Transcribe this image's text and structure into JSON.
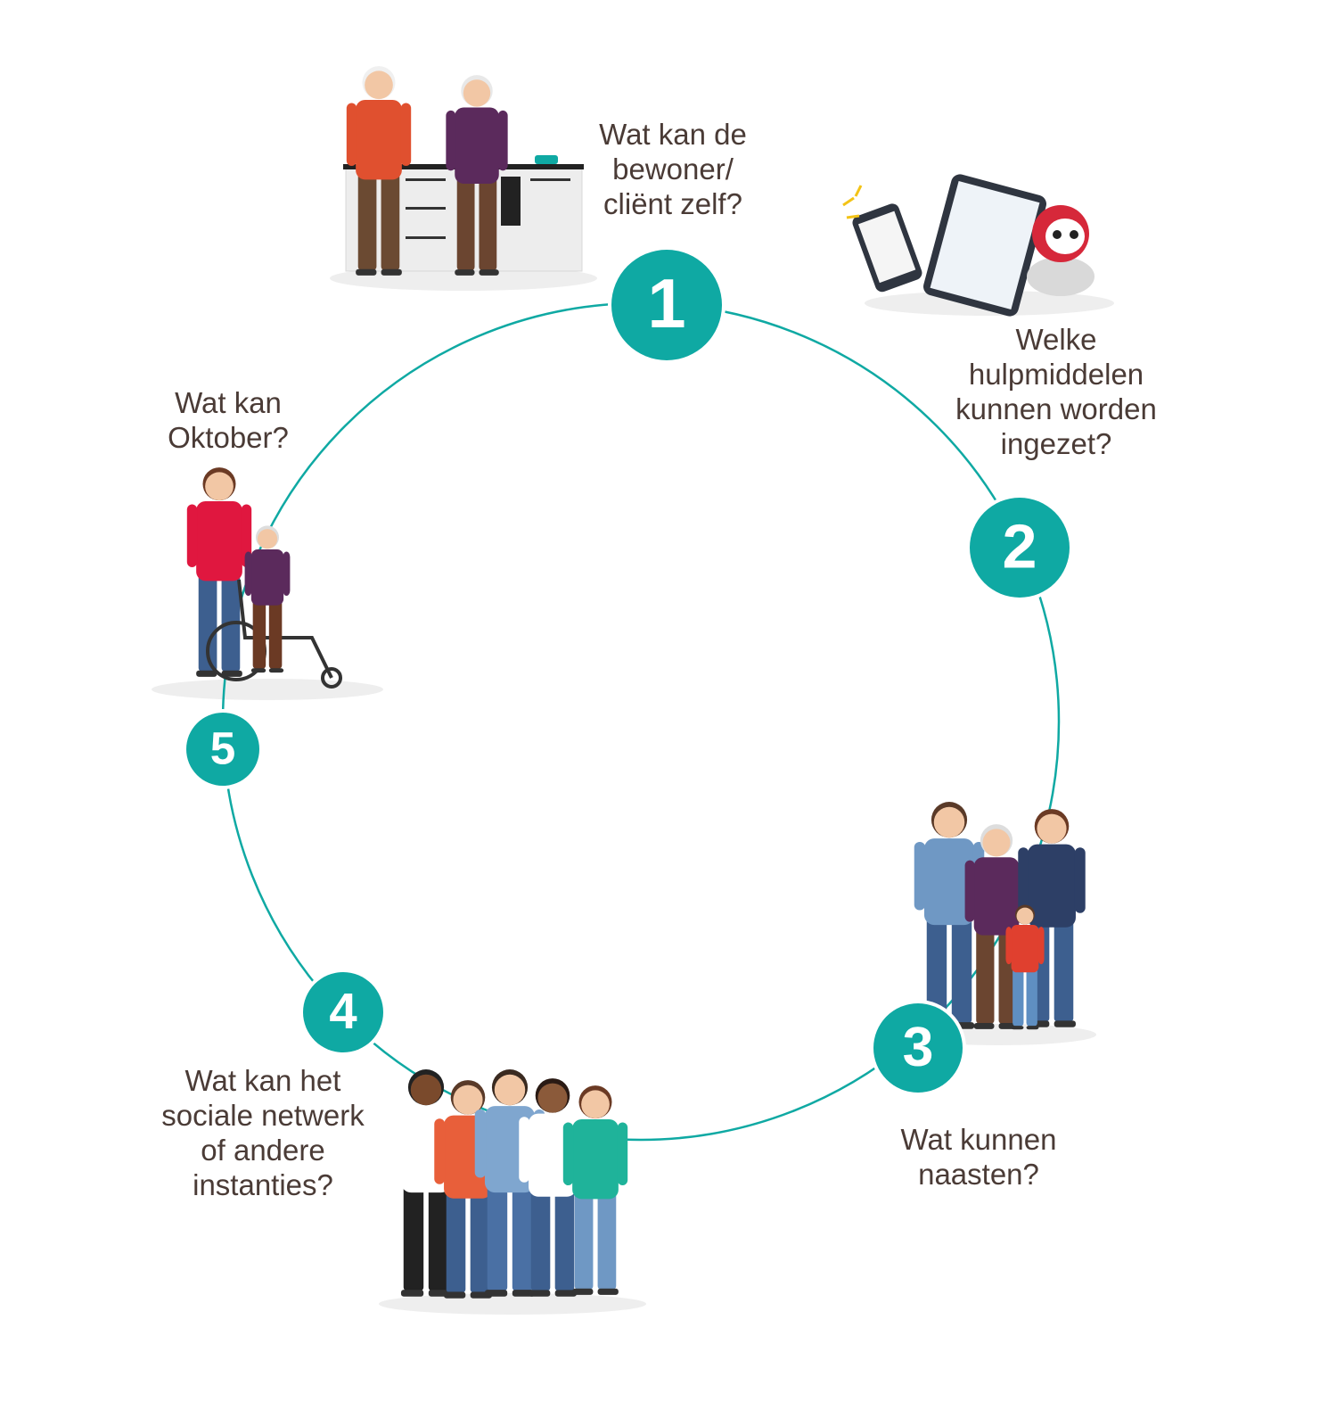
{
  "colors": {
    "accent": "#0fa9a3",
    "text": "#4a3b36"
  },
  "steps": [
    {
      "number": "1",
      "lines": [
        "Wat kan de",
        "bewoner/",
        "cliënt zelf?"
      ],
      "illustration": "elderly-couple-kitchen"
    },
    {
      "number": "2",
      "lines": [
        "Welke",
        "hulpmiddelen",
        "kunnen worden",
        "ingezet?"
      ],
      "illustration": "devices-phone-tablet-robot"
    },
    {
      "number": "3",
      "lines": [
        "Wat kunnen",
        "naasten?"
      ],
      "illustration": "family-group"
    },
    {
      "number": "4",
      "lines": [
        "Wat kan het",
        "sociale netwerk",
        "of andere",
        "instanties?"
      ],
      "illustration": "community-group"
    },
    {
      "number": "5",
      "lines": [
        "Wat kan",
        "Oktober?"
      ],
      "illustration": "caregiver-wheelchair"
    }
  ]
}
